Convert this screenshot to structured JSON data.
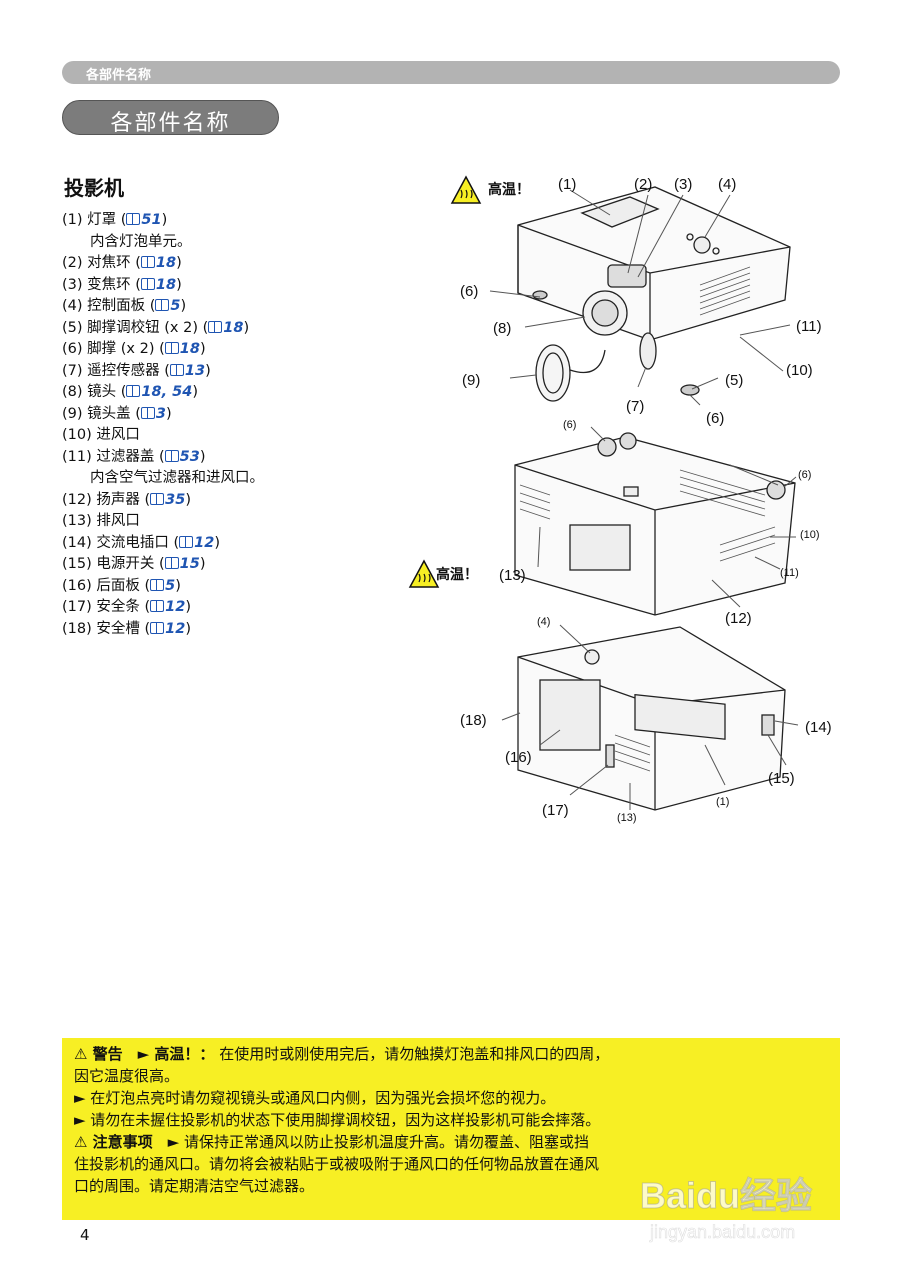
{
  "header": {
    "running_title": "各部件名称"
  },
  "page_title": "各部件名称",
  "section_title": "投影机",
  "parts": [
    {
      "label": "(1) 灯罩 (",
      "ref": "51",
      "close": ")",
      "note": "内含灯泡单元。"
    },
    {
      "label": "(2) 对焦环 (",
      "ref": "18",
      "close": ")"
    },
    {
      "label": "(3) 变焦环 (",
      "ref": "18",
      "close": ")"
    },
    {
      "label": "(4) 控制面板 (",
      "ref": "5",
      "close": ")"
    },
    {
      "label": "(5) 脚撑调校钮 (x 2) (",
      "ref": "18",
      "close": ")"
    },
    {
      "label": "(6) 脚撑 (x 2) (",
      "ref": "18",
      "close": ")"
    },
    {
      "label": "(7) 遥控传感器 (",
      "ref": "13",
      "close": ")"
    },
    {
      "label": "(8) 镜头 (",
      "ref": "18, 54",
      "close": ")"
    },
    {
      "label": "(9) 镜头盖 (",
      "ref": "3",
      "close": ")"
    },
    {
      "label": "(10) 进风口"
    },
    {
      "label": "(11) 过滤器盖 (",
      "ref": "53",
      "close": ")",
      "note": "内含空气过滤器和进风口。"
    },
    {
      "label": "(12) 扬声器 (",
      "ref": "35",
      "close": ")"
    },
    {
      "label": "(13) 排风口"
    },
    {
      "label": "(14) 交流电插口 (",
      "ref": "12",
      "close": ")"
    },
    {
      "label": "(15) 电源开关 (",
      "ref": "15",
      "close": ")"
    },
    {
      "label": "(16) 后面板 (",
      "ref": "5",
      "close": ")"
    },
    {
      "label": "(17) 安全条 (",
      "ref": "12",
      "close": ")"
    },
    {
      "label": "(18) 安全槽 (",
      "ref": "12",
      "close": ")"
    }
  ],
  "diagram": {
    "hot_label": "高温！",
    "callouts": {
      "c1": "(1)",
      "c2": "(2)",
      "c3": "(3)",
      "c4": "(4)",
      "c6a": "(6)",
      "c8": "(8)",
      "c11": "(11)",
      "c10": "(10)",
      "c9": "(9)",
      "c5": "(5)",
      "c7": "(7)",
      "c6b": "(6)",
      "m6a": "(6)",
      "m6b": "(6)",
      "m10": "(10)",
      "m11": "(11)",
      "m13": "(13)",
      "m12": "(12)",
      "b4": "(4)",
      "b18": "(18)",
      "b14": "(14)",
      "b16": "(16)",
      "b15": "(15)",
      "b17": "(17)",
      "b1": "(1)",
      "b13": "(13)"
    }
  },
  "warnings": {
    "line1_head": "⚠ 警告　► 高温！：",
    "line1_text": "在使用时或刚使用完后，请勿触摸灯泡盖和排风口的四周，",
    "line1_cont": "因它温度很高。",
    "line2": "► 在灯泡点亮时请勿窥视镜头或通风口内侧，因为强光会损坏您的视力。",
    "line3": "► 请勿在未握住投影机的状态下使用脚撑调校钮，因为这样投影机可能会摔落。",
    "caution_head": "⚠ 注意事项",
    "caution_text": "　► 请保持正常通风以防止投影机温度升高。请勿覆盖、阻塞或挡",
    "caution_cont1": "住投影机的通风口。请勿将会被粘贴于或被吸附于通风口的任何物品放置在通风",
    "caution_cont2": "口的周围。请定期清洁空气过滤器。"
  },
  "page_number": "4",
  "watermark": {
    "brand": "Baidu经验",
    "url": "jingyan.baidu.com"
  },
  "colors": {
    "link_blue": "#1f55b2",
    "warning_yellow": "#f7ef24",
    "header_gray": "#b3b3b3",
    "pill_gray": "#7c7c7c"
  }
}
